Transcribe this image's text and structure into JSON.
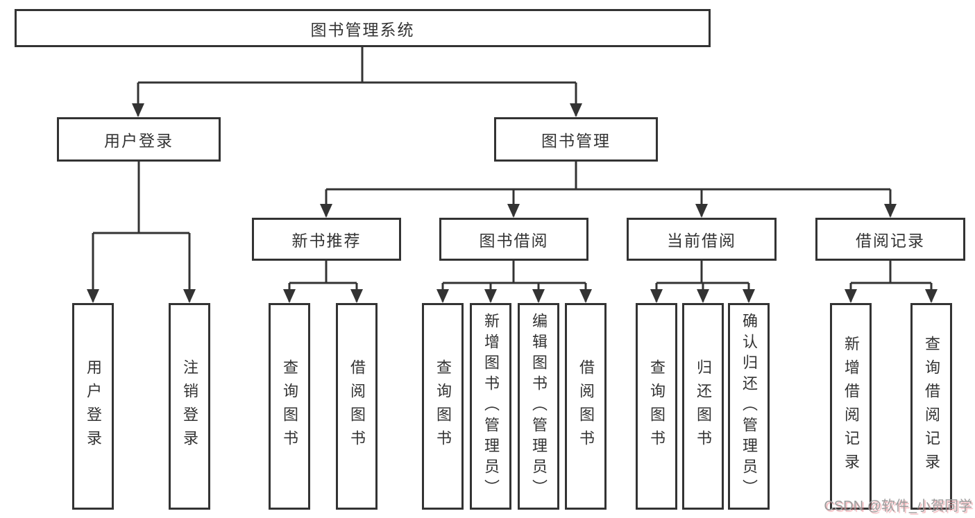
{
  "diagram": {
    "root": {
      "label": "图书管理系统"
    },
    "level2": [
      {
        "id": "user-login",
        "label": "用户登录"
      },
      {
        "id": "book-management",
        "label": "图书管理"
      }
    ],
    "level3": [
      {
        "id": "new-book-recommend",
        "label": "新书推荐"
      },
      {
        "id": "book-borrowing",
        "label": "图书借阅"
      },
      {
        "id": "current-borrowing",
        "label": "当前借阅"
      },
      {
        "id": "borrowing-records",
        "label": "借阅记录"
      }
    ],
    "leaves": [
      {
        "id": "user-login-leaf",
        "label": "用户登录"
      },
      {
        "id": "logout-leaf",
        "label": "注销登录"
      },
      {
        "id": "query-books-under-recommend",
        "label": "查询图书"
      },
      {
        "id": "borrow-books-under-recommend",
        "label": "借阅图书"
      },
      {
        "id": "query-books-under-borrowing",
        "label": "查询图书"
      },
      {
        "id": "add-books-admin",
        "label": "新增图书（管理员）"
      },
      {
        "id": "edit-books-admin",
        "label": "编辑图书（管理员）"
      },
      {
        "id": "borrow-books-under-borrowing",
        "label": "借阅图书"
      },
      {
        "id": "query-books-under-current",
        "label": "查询图书"
      },
      {
        "id": "return-books",
        "label": "归还图书"
      },
      {
        "id": "confirm-return-admin",
        "label": "确认归还（管理员）"
      },
      {
        "id": "add-borrow-record",
        "label": "新增借阅记录"
      },
      {
        "id": "query-borrow-record",
        "label": "查询借阅记录"
      }
    ]
  },
  "watermark": {
    "text": "CSDN @软件_小贺同学"
  },
  "colors": {
    "line": "#333333",
    "text": "#333333",
    "box_background": "#ffffff",
    "watermark_text": "#9c9c9c",
    "watermark_shadow": "#e87882"
  }
}
